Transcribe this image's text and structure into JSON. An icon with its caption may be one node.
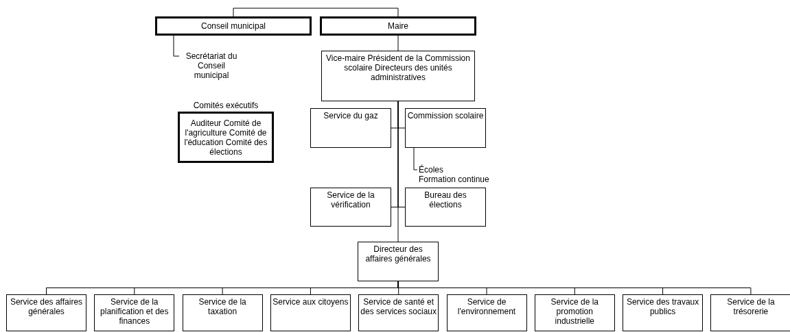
{
  "diagram": {
    "nodes": [
      {
        "text": [
          "Conseil municipal"
        ]
      },
      {
        "text": [
          "Maire"
        ]
      },
      {
        "text": [
          "Secrétariat du Conseil municipal"
        ]
      },
      {
        "text": [
          "Comités exécutifs",
          "Auditeur Comité de l'agriculture Comité de l'éducation Comité des élections"
        ]
      },
      {
        "text": [
          "Vice-maire Président de la Commission scolaire Directeurs des unités administratives"
        ]
      },
      {
        "text": [
          "Service du gaz"
        ]
      },
      {
        "text": [
          "Commission scolaire"
        ]
      },
      {
        "text": [
          "Écoles",
          "Formation continue"
        ]
      },
      {
        "text": [
          "Service de la vérification"
        ]
      },
      {
        "text": [
          "Bureau des élections"
        ]
      },
      {
        "text": [
          "Directeur des affaires générales"
        ]
      },
      {
        "text": [
          "Service des affaires générales"
        ]
      },
      {
        "text": [
          "Service de la planification et des finances"
        ]
      },
      {
        "text": [
          "Service de la taxation"
        ]
      },
      {
        "text": [
          "Service aux citoyens"
        ]
      },
      {
        "text": [
          "Service de santé et des services sociaux"
        ]
      },
      {
        "text": [
          "Service de l'environnement"
        ]
      },
      {
        "text": [
          "Service de la promotion industrielle"
        ]
      },
      {
        "text": [
          "Service des travaux publics"
        ]
      },
      {
        "text": [
          "Service de la trésorerie"
        ]
      }
    ],
    "edges": [
      {
        "from": 0,
        "to": 1,
        "arrow": "none"
      },
      {
        "from": 0,
        "to": 2,
        "arrow": "none"
      },
      {
        "from": 1,
        "to": 4,
        "arrow": "none"
      },
      {
        "from": 4,
        "to": 5,
        "arrow": "none"
      },
      {
        "from": 4,
        "to": 6,
        "arrow": "none"
      },
      {
        "from": 4,
        "to": 8,
        "arrow": "none"
      },
      {
        "from": 4,
        "to": 9,
        "arrow": "none"
      },
      {
        "from": 4,
        "to": 10,
        "arrow": "none"
      },
      {
        "from": 6,
        "to": 7,
        "arrow": "none"
      },
      {
        "from": 10,
        "to": 11,
        "arrow": "none"
      },
      {
        "from": 10,
        "to": 12,
        "arrow": "none"
      },
      {
        "from": 10,
        "to": 13,
        "arrow": "none"
      },
      {
        "from": 10,
        "to": 14,
        "arrow": "none"
      },
      {
        "from": 10,
        "to": 15,
        "arrow": "none"
      },
      {
        "from": 10,
        "to": 16,
        "arrow": "none"
      },
      {
        "from": 10,
        "to": 17,
        "arrow": "none"
      },
      {
        "from": 10,
        "to": 18,
        "arrow": "none"
      },
      {
        "from": 10,
        "to": 19,
        "arrow": "none"
      }
    ]
  }
}
